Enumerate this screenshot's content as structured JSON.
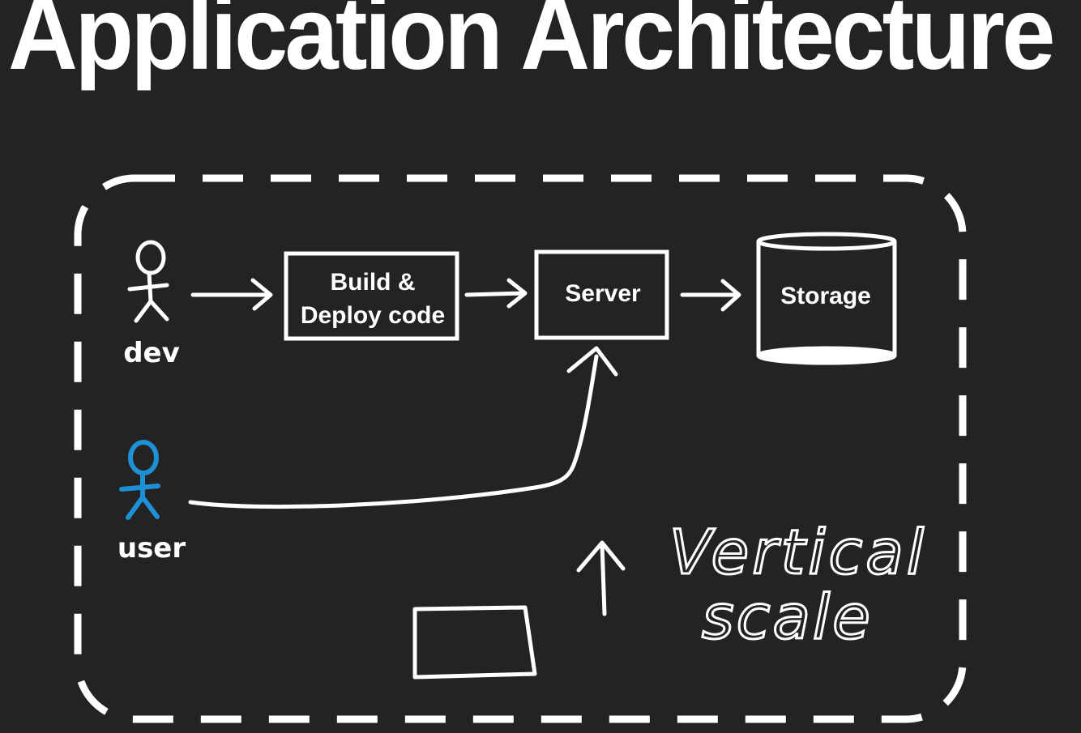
{
  "title": "Application Architecture",
  "colors": {
    "background": "#232323",
    "ink": "#ffffff",
    "user_accent": "#1e90d6"
  },
  "actors": {
    "dev": {
      "label": "dev",
      "icon": "stick-figure-icon"
    },
    "user": {
      "label": "user",
      "icon": "stick-figure-icon"
    }
  },
  "nodes": {
    "build": {
      "line1": "Build &",
      "line2": "Deploy code"
    },
    "server": {
      "label": "Server"
    },
    "storage": {
      "label": "Storage",
      "icon": "database-cylinder-icon"
    }
  },
  "annotation": {
    "line1": "Vertical",
    "line2": "scale"
  }
}
